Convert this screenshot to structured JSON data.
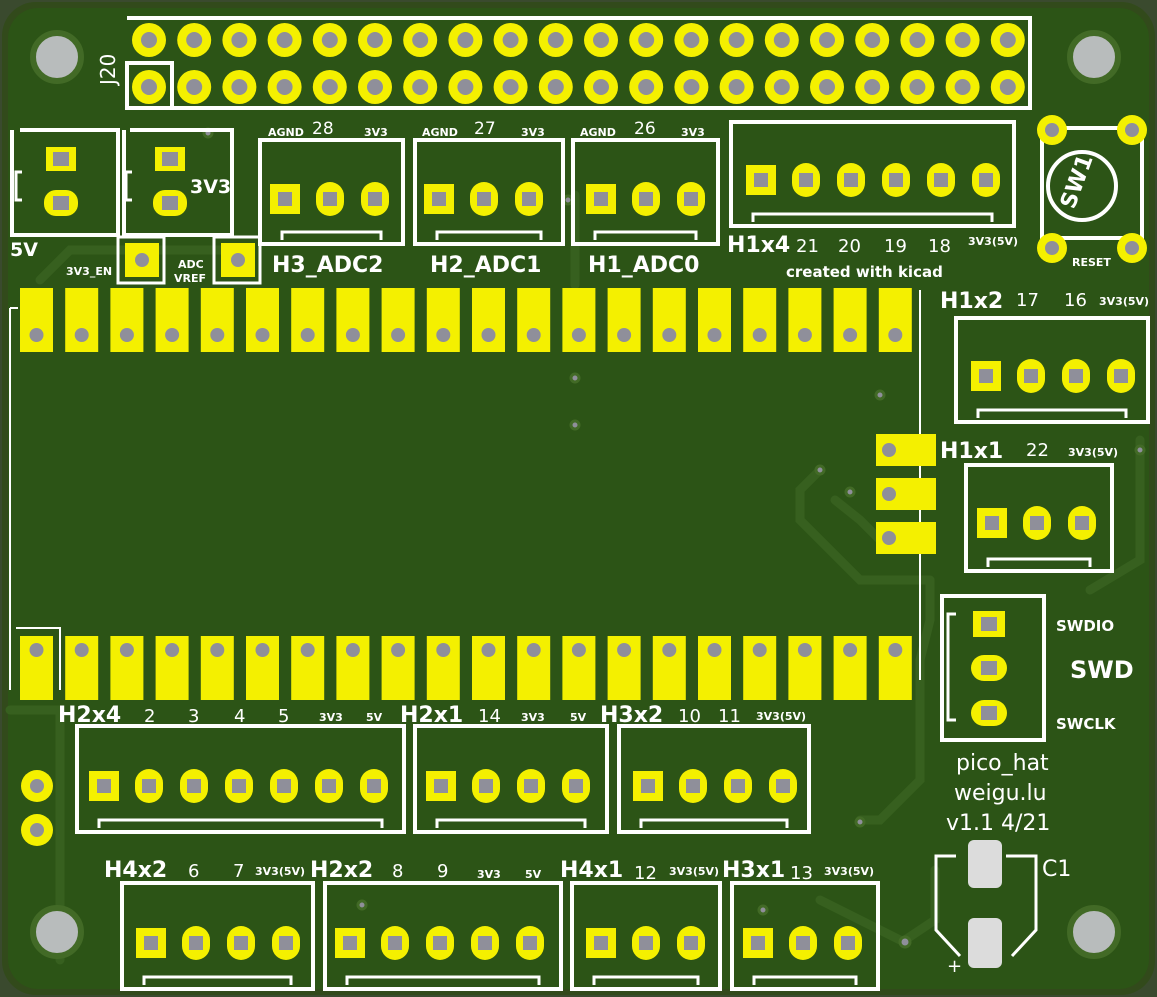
{
  "board": {
    "colors": {
      "background": "#3a4a2e",
      "board": "#324a1b",
      "copper": "#2c5416",
      "trace": "#375e1f",
      "pad": "#f4f000",
      "drill": "#8f8f9a",
      "silk": "#ffffff",
      "hole": "#b8bcbc"
    }
  },
  "labels": {
    "j20": "J20",
    "v5": "5V",
    "v3": "3V3",
    "v3en": "3V3_EN",
    "adc": "ADC",
    "vref": "VREF",
    "agnd": "AGND",
    "p28": "28",
    "p27": "27",
    "p26": "26",
    "h3adc2": "H3_ADC2",
    "h2adc1": "H2_ADC1",
    "h1adc0": "H1_ADC0",
    "h1x4": "H1x4",
    "p21": "21",
    "p20": "20",
    "p19": "19",
    "p18": "18",
    "v33_5": "3V3(5V)",
    "kicad": "created with kicad",
    "reset": "RESET",
    "sw1": "SW1",
    "h1x2": "H1x2",
    "p17": "17",
    "p16": "16",
    "h1x1": "H1x1",
    "p22": "22",
    "swdio": "SWDIO",
    "swd": "SWD",
    "swclk": "SWCLK",
    "h2x4": "H2x4",
    "p2": "2",
    "p3": "3",
    "p4": "4",
    "p5": "5",
    "h2x1": "H2x1",
    "p14": "14",
    "h3x2": "H3x2",
    "p10": "10",
    "p11": "11",
    "pico": "pico_hat",
    "weigu": "weigu.lu",
    "ver": "v1.1  4/21",
    "c1": "C1",
    "plus": "+",
    "h4x2": "H4x2",
    "p6": "6",
    "p7": "7",
    "h2x2": "H2x2",
    "p8": "8",
    "p9": "9",
    "h4x1": "H4x1",
    "p12": "12",
    "h3x1": "H3x1",
    "p13": "13"
  }
}
